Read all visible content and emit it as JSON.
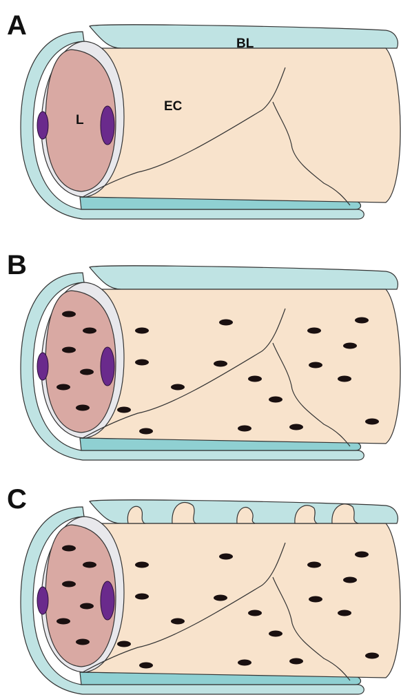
{
  "panels": [
    {
      "letter": "A",
      "labels": {
        "bl": "BL",
        "ec": "EC",
        "lumen": "L"
      },
      "dots": false,
      "protrusions": false
    },
    {
      "letter": "B",
      "labels": {},
      "dots": true,
      "protrusions": false
    },
    {
      "letter": "C",
      "labels": {},
      "dots": true,
      "protrusions": true
    }
  ],
  "colors": {
    "basal_lamina": "#bfe3e3",
    "basal_lamina_dark": "#8fd0d2",
    "endothelial_cell": "#f8e3cc",
    "lumen": "#d9a9a3",
    "nucleus": "#6a2a8c",
    "particle": "#1a1010"
  }
}
